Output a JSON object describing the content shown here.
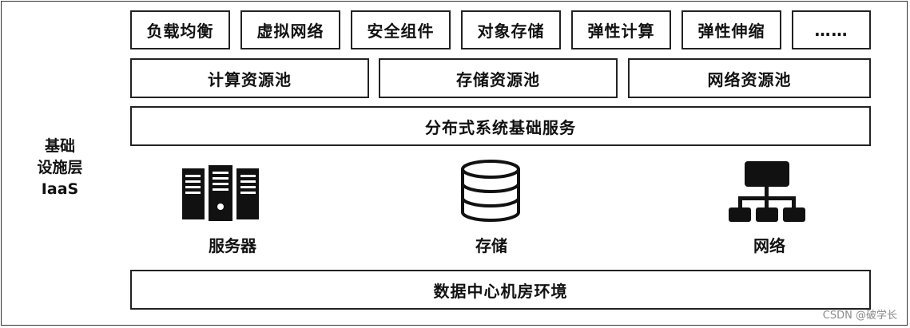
{
  "layer": {
    "line1": "基础",
    "line2": "设施层",
    "line3": "IaaS"
  },
  "services": [
    "负载均衡",
    "虚拟网络",
    "安全组件",
    "对象存储",
    "弹性计算",
    "弹性伸缩",
    "……"
  ],
  "pools": [
    "计算资源池",
    "存储资源池",
    "网络资源池"
  ],
  "distributed": "分布式系统基础服务",
  "hardware": {
    "server": {
      "icon": "server-icon",
      "label": "服务器"
    },
    "storage": {
      "icon": "database-icon",
      "label": "存储"
    },
    "network": {
      "icon": "network-icon",
      "label": "网络"
    }
  },
  "datacenter": "数据中心机房环境",
  "watermark": "CSDN @破学长"
}
